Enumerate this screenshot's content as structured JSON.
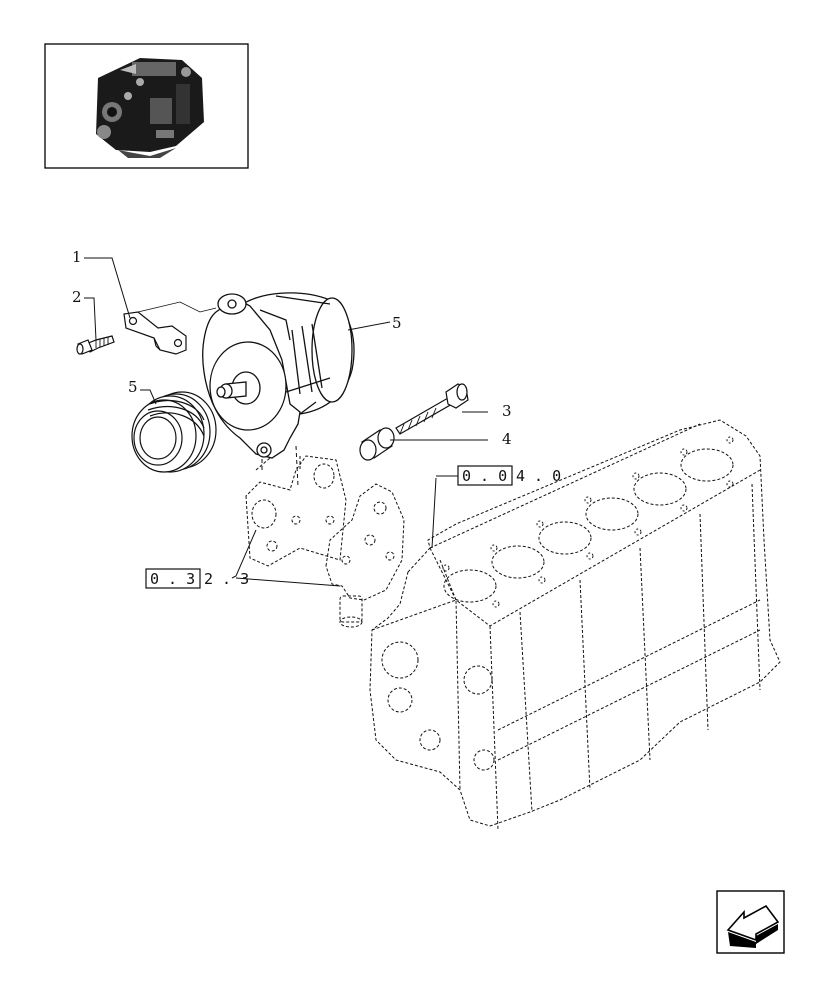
{
  "callouts": {
    "c1": "1",
    "c2": "2",
    "c3": "3",
    "c4": "4",
    "c5a": "5",
    "c5b": "5"
  },
  "refs": {
    "ref_a": {
      "boxed": "0 . 0",
      "rest": "4 . 0"
    },
    "ref_b": {
      "boxed": "0 . 3",
      "rest": "2 . 3"
    }
  },
  "icons": {
    "thumbnail": "engine-thumbnail-icon",
    "nav": "next-page-arrow-icon"
  }
}
